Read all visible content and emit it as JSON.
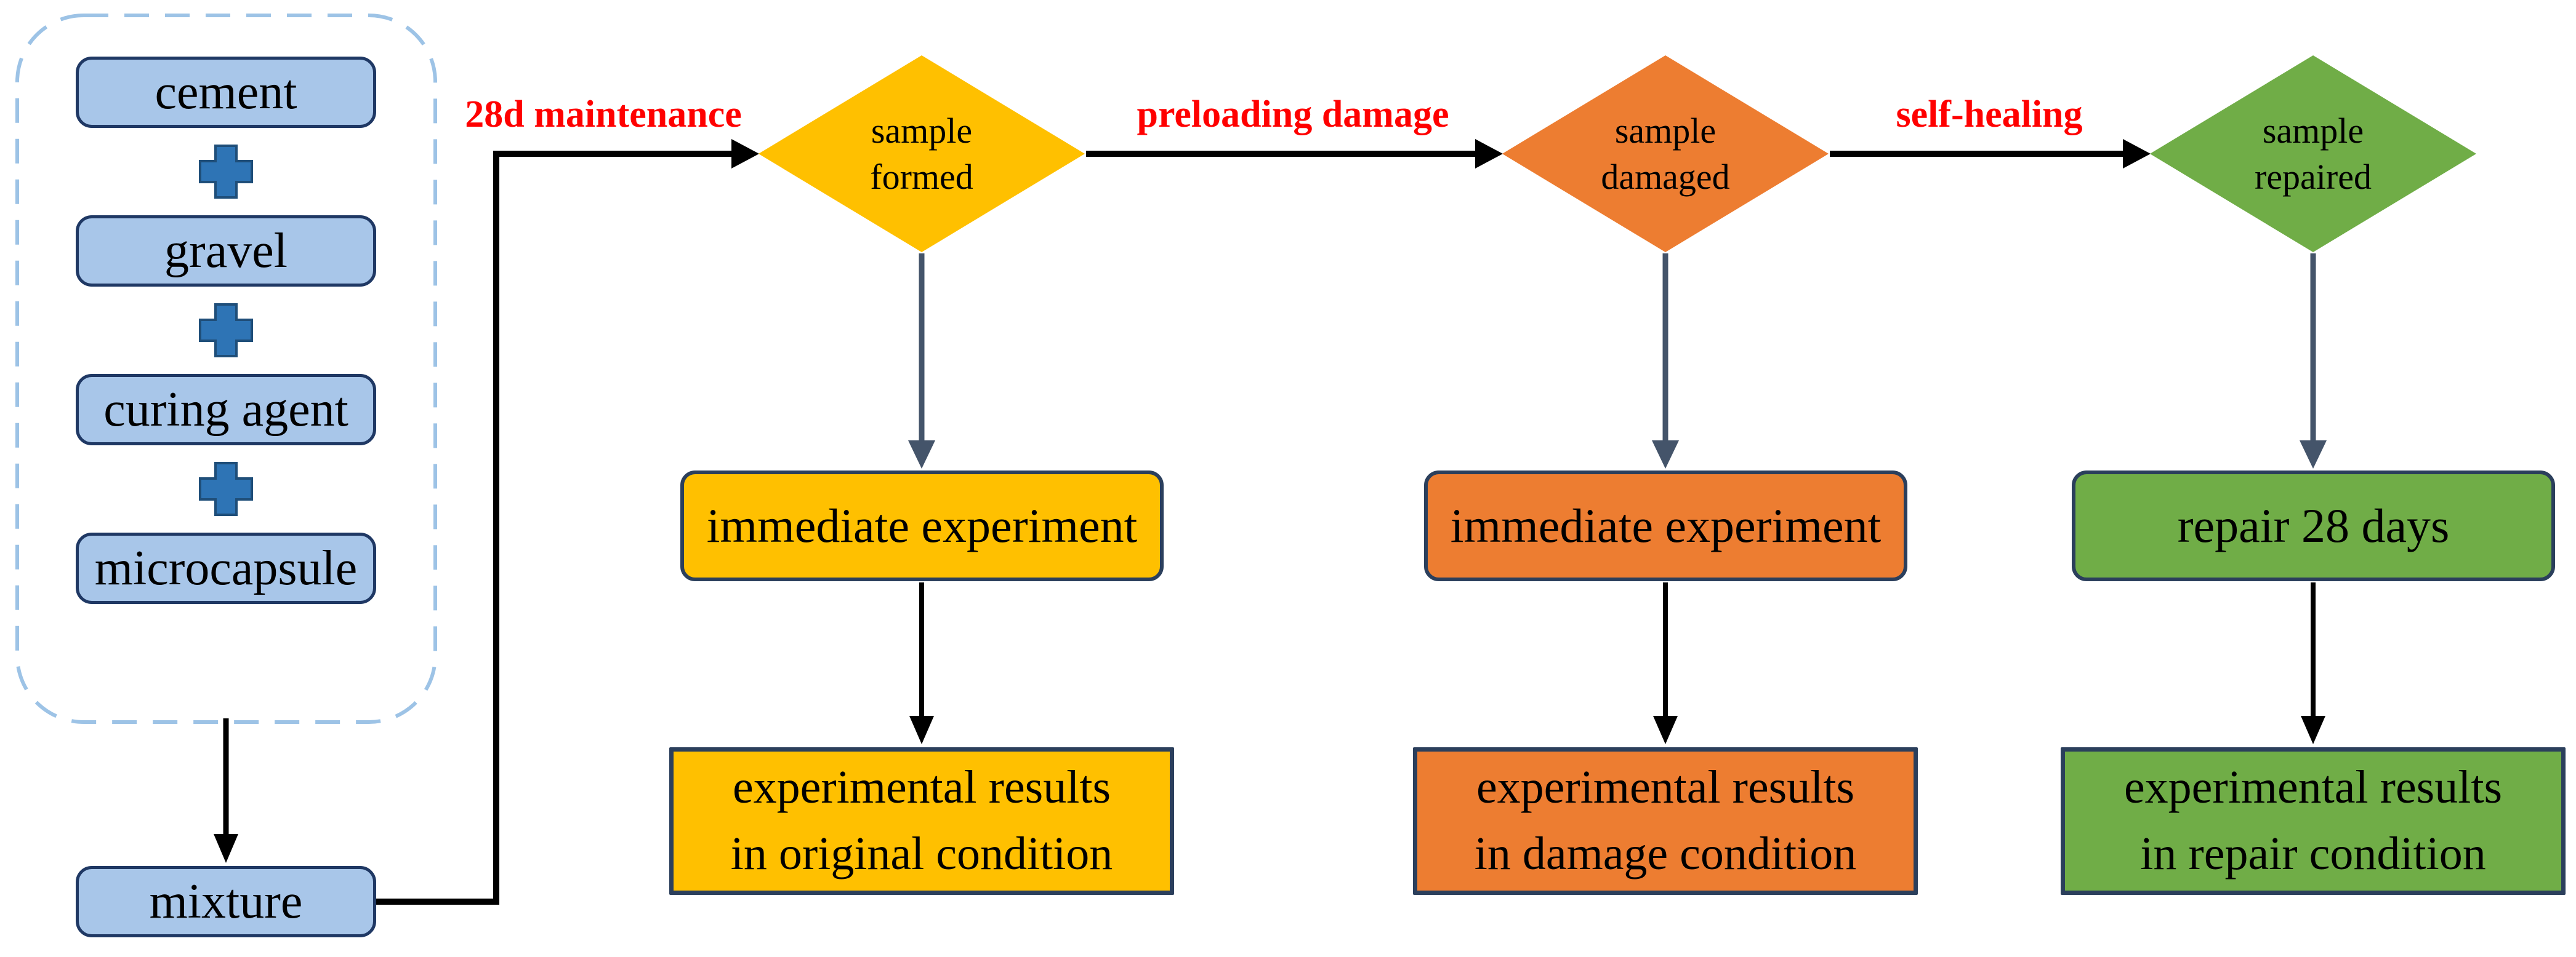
{
  "palette": {
    "ingredient_fill": "#A8C6E9",
    "ingredient_border": "#1F3864",
    "dashed_group_border": "#9DC3E6",
    "plus_fill": "#2E74B5",
    "plus_border": "#1F4E79",
    "yellow": "#FFC000",
    "orange": "#ED7D31",
    "green": "#70AD47",
    "colored_box_border": "#2B3F5C",
    "stage_label_red": "#FF0000",
    "slate_arrow": "#44546A",
    "black_arrow": "#000000"
  },
  "ingredients": {
    "items": [
      {
        "label": "cement"
      },
      {
        "label": "gravel"
      },
      {
        "label": "curing agent"
      },
      {
        "label": "microcapsule"
      }
    ]
  },
  "mixture": {
    "label": "mixture"
  },
  "columns": [
    {
      "stage_label": "28d maintenance",
      "diamond": {
        "line1": "sample",
        "line2": "formed"
      },
      "action": "immediate experiment",
      "result": {
        "line1": "experimental results",
        "line2": "in original condition"
      },
      "color": "#FFC000"
    },
    {
      "stage_label": "preloading damage",
      "diamond": {
        "line1": "sample",
        "line2": "damaged"
      },
      "action": "immediate experiment",
      "result": {
        "line1": "experimental results",
        "line2": "in damage condition"
      },
      "color": "#ED7D31"
    },
    {
      "stage_label": "self-healing",
      "diamond": {
        "line1": "sample",
        "line2": "repaired"
      },
      "action": "repair 28 days",
      "result": {
        "line1": "experimental results",
        "line2": "in repair condition"
      },
      "color": "#70AD47"
    }
  ]
}
